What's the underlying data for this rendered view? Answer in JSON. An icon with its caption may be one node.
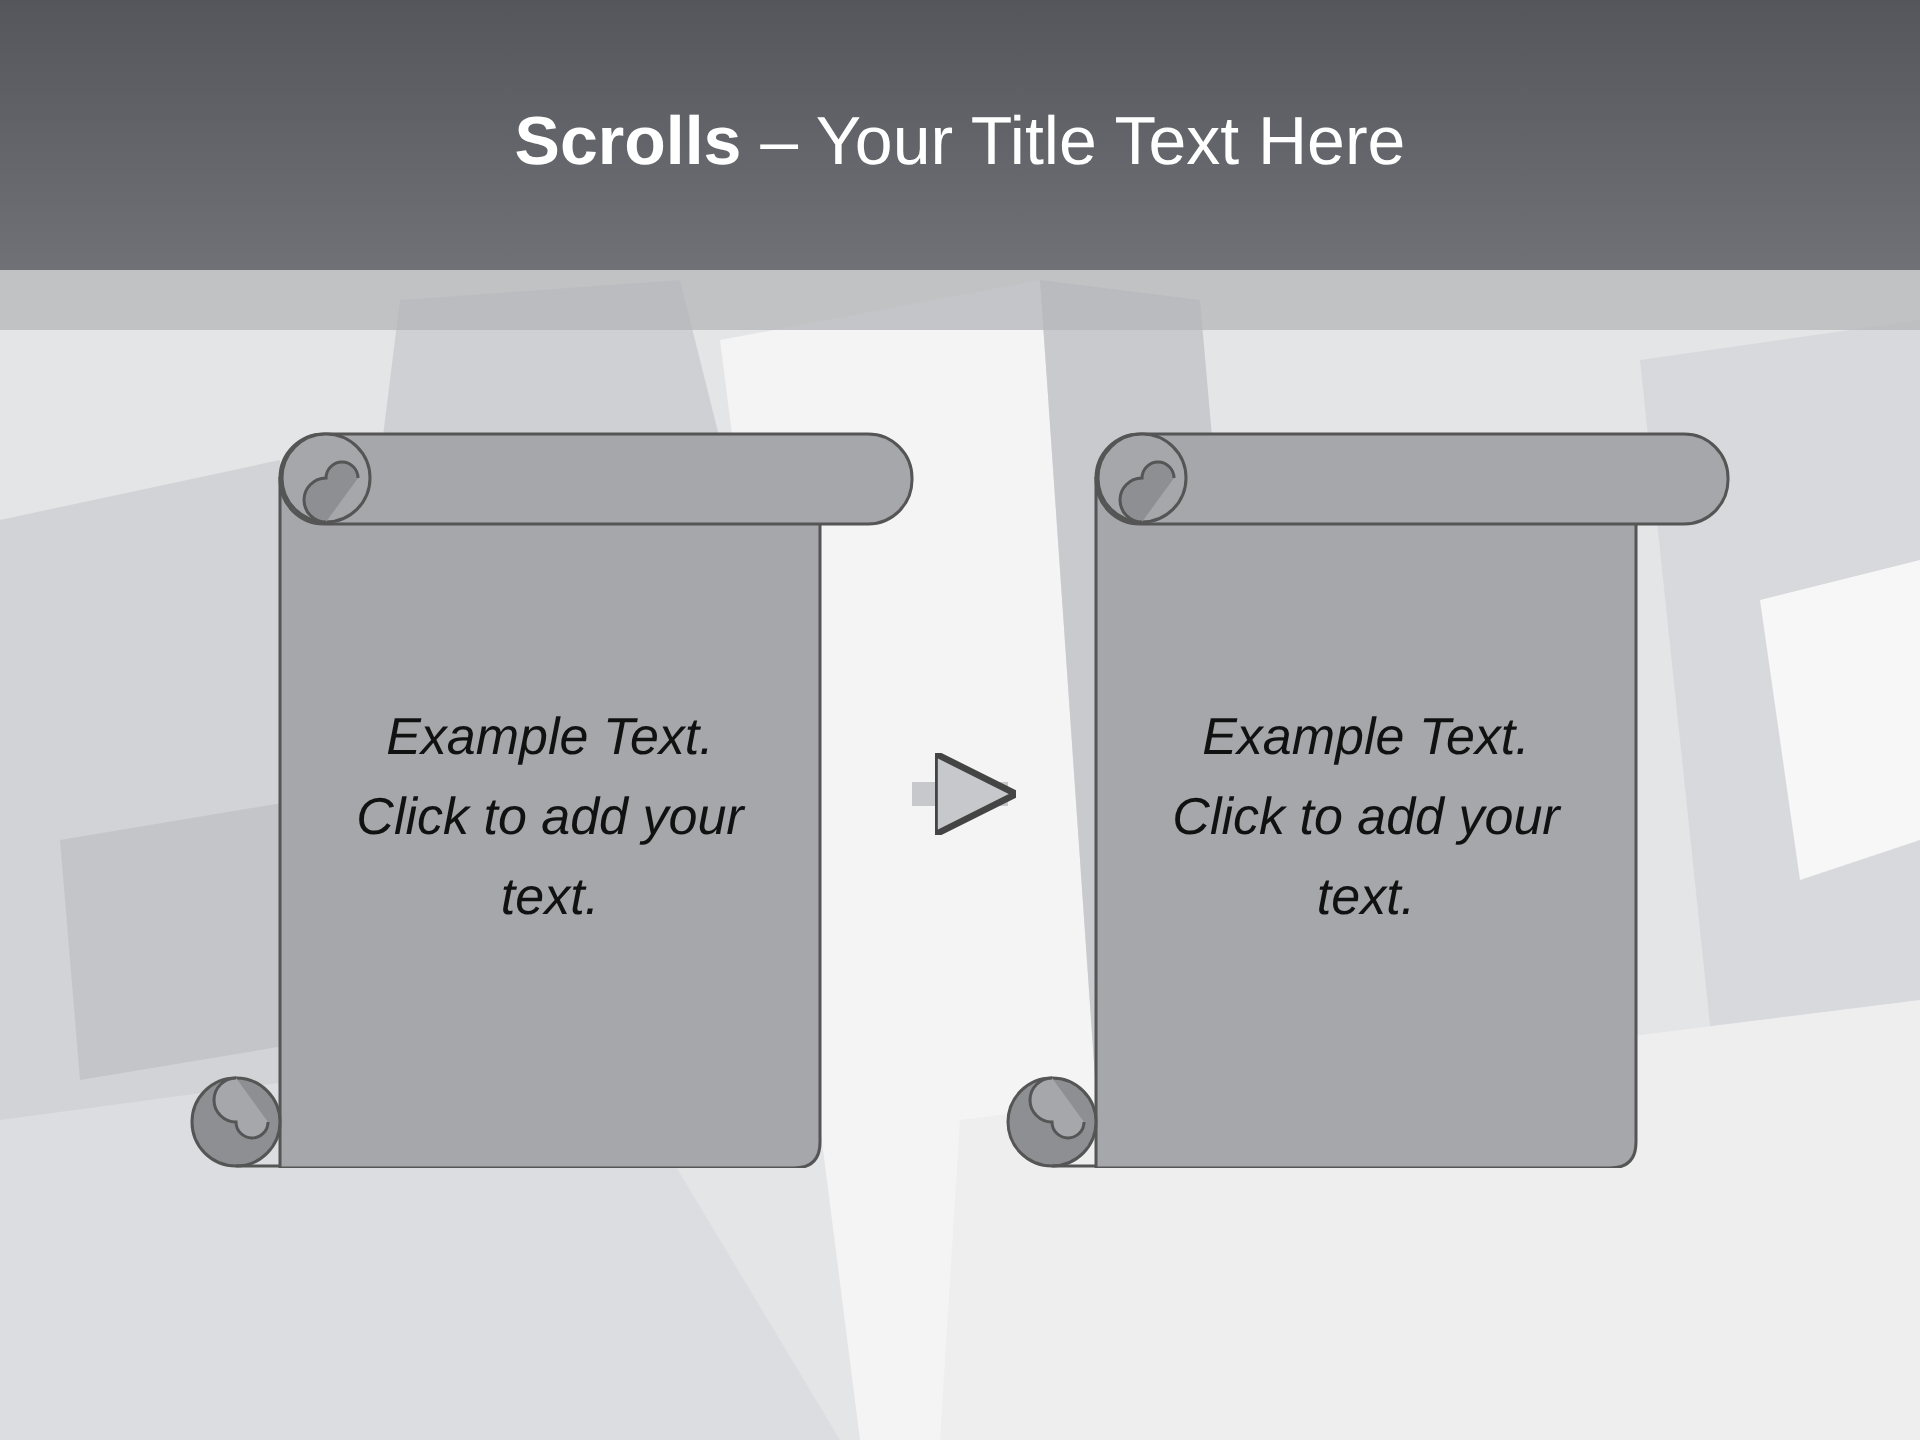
{
  "diagram": {
    "title": "**Scrolls** – Your Title Text Here",
    "nodes": [
      {
        "text": [
          "Example Text. Click to add your text."
        ]
      },
      {
        "text": [
          "Example Text. Click to add your text."
        ]
      }
    ],
    "edges": [
      {
        "from": 0,
        "to": 1,
        "arrow": "to"
      }
    ]
  }
}
